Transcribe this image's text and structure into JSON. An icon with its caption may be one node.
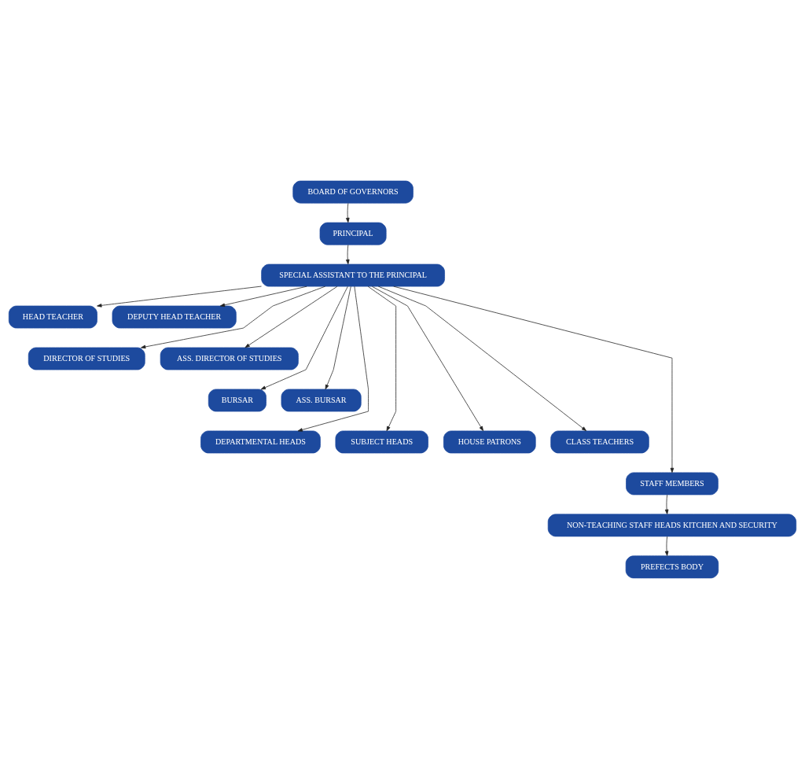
{
  "diagram": {
    "nodes": [
      {
        "text": [
          "BOARD OF GOVERNORS"
        ]
      },
      {
        "text": [
          "PRINCIPAL"
        ]
      },
      {
        "text": [
          "SPECIAL ASSISTANT TO THE PRINCIPAL"
        ]
      },
      {
        "text": [
          "HEAD TEACHER"
        ]
      },
      {
        "text": [
          "DEPUTY HEAD TEACHER"
        ]
      },
      {
        "text": [
          "DIRECTOR OF STUDIES"
        ]
      },
      {
        "text": [
          "ASS. DIRECTOR OF STUDIES"
        ]
      },
      {
        "text": [
          "BURSAR"
        ]
      },
      {
        "text": [
          "ASS. BURSAR"
        ]
      },
      {
        "text": [
          "DEPARTMENTAL HEADS"
        ]
      },
      {
        "text": [
          "SUBJECT HEADS"
        ]
      },
      {
        "text": [
          "HOUSE PATRONS"
        ]
      },
      {
        "text": [
          "CLASS TEACHERS"
        ]
      },
      {
        "text": [
          "STAFF MEMBERS"
        ]
      },
      {
        "text": [
          "NON-TEACHING STAFF HEADS KITCHEN AND SECURITY"
        ]
      },
      {
        "text": [
          "PREFECTS BODY"
        ]
      }
    ],
    "edges": [
      {
        "from": 0,
        "to": 1,
        "arrow": "to"
      },
      {
        "from": 1,
        "to": 2,
        "arrow": "to"
      },
      {
        "from": 2,
        "to": 3,
        "arrow": "to"
      },
      {
        "from": 2,
        "to": 4,
        "arrow": "to"
      },
      {
        "from": 2,
        "to": 5,
        "arrow": "to"
      },
      {
        "from": 2,
        "to": 6,
        "arrow": "to"
      },
      {
        "from": 2,
        "to": 7,
        "arrow": "to"
      },
      {
        "from": 2,
        "to": 8,
        "arrow": "to"
      },
      {
        "from": 2,
        "to": 9,
        "arrow": "to"
      },
      {
        "from": 2,
        "to": 10,
        "arrow": "to"
      },
      {
        "from": 2,
        "to": 11,
        "arrow": "to"
      },
      {
        "from": 2,
        "to": 12,
        "arrow": "to"
      },
      {
        "from": 2,
        "to": 13,
        "arrow": "to"
      },
      {
        "from": 13,
        "to": 14,
        "arrow": "to"
      },
      {
        "from": 14,
        "to": 15,
        "arrow": "to"
      }
    ]
  }
}
